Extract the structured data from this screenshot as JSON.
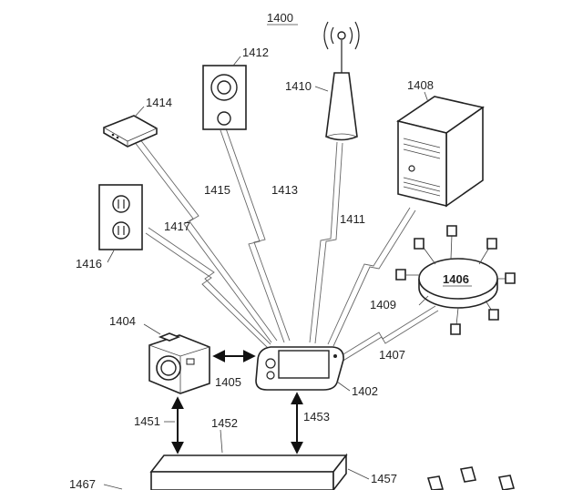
{
  "figure": {
    "number": "1400",
    "labels": {
      "l1402": "1402",
      "l1404": "1404",
      "l1405": "1405",
      "l1406": "1406",
      "l1407": "1407",
      "l1408": "1408",
      "l1409": "1409",
      "l1410": "1410",
      "l1411": "1411",
      "l1412": "1412",
      "l1413": "1413",
      "l1414": "1414",
      "l1415": "1415",
      "l1416": "1416",
      "l1417": "1417",
      "l1451": "1451",
      "l1452": "1452",
      "l1453": "1453",
      "l1457": "1457",
      "l1467": "1467"
    }
  }
}
